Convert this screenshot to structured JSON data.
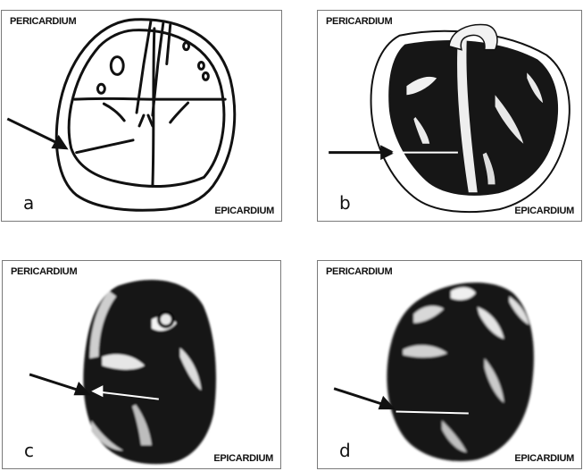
{
  "panels": [
    {
      "letter": "a",
      "top_label": "PERICARDIUM",
      "bottom_label": "EPICARDIUM"
    },
    {
      "letter": "b",
      "top_label": "PERICARDIUM",
      "bottom_label": "EPICARDIUM"
    },
    {
      "letter": "c",
      "top_label": "PERICARDIUM",
      "bottom_label": "EPICARDIUM"
    },
    {
      "letter": "d",
      "top_label": "PERICARDIUM",
      "bottom_label": "EPICARDIUM"
    }
  ],
  "colors": {
    "ink": "#111111",
    "tissue_dark": "#161616",
    "tissue_light": "#f2f2f2",
    "frame": "#7a7a7a"
  }
}
